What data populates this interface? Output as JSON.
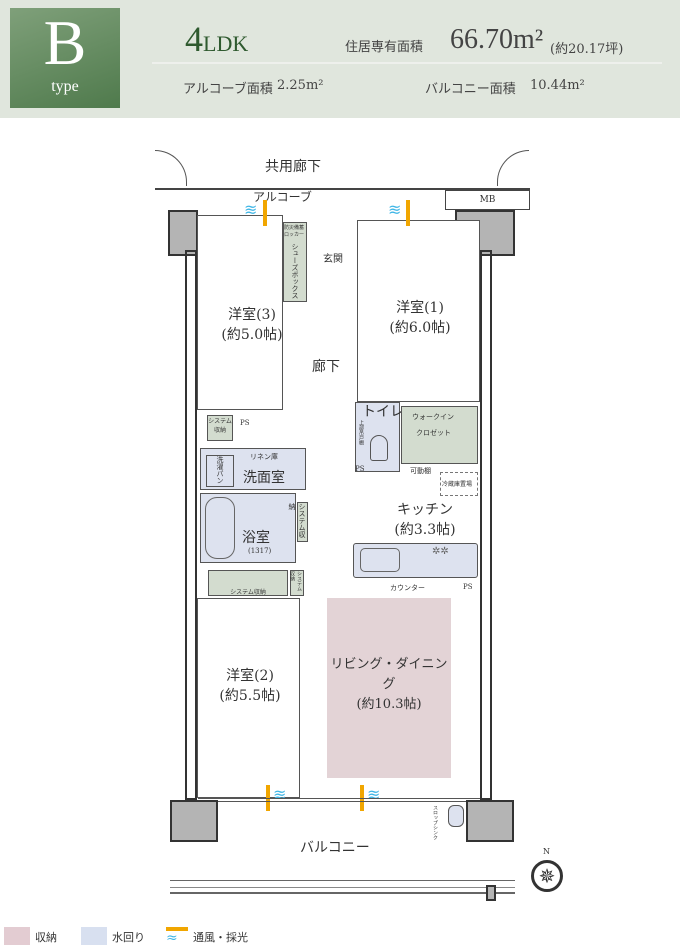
{
  "header": {
    "type_letter": "B",
    "type_word": "type",
    "layout_num": "4",
    "layout_suffix": "LDK",
    "area_label": "住居専有面積",
    "area_value": "66.70m²",
    "area_tsubo": "(約20.17坪)",
    "alcove_label": "アルコーブ面積",
    "alcove_value": "2.25m²",
    "balcony_label": "バルコニー面積",
    "balcony_value": "10.44m²"
  },
  "plan": {
    "corridor": "共用廊下",
    "alcove": "アルコーブ",
    "mb": "MB",
    "entrance": "玄関",
    "hallway": "廊下",
    "shoebox": "シューズボックス",
    "disaster_locker": "防災備蓄ロッカー",
    "room3": {
      "name": "洋室(3)",
      "size": "(約5.0帖)"
    },
    "room1": {
      "name": "洋室(1)",
      "size": "(約6.0帖)"
    },
    "room2": {
      "name": "洋室(2)",
      "size": "(約5.5帖)"
    },
    "ld": {
      "name": "リビング・ダイニング",
      "size": "(約10.3帖)"
    },
    "kitchen": {
      "name": "キッチン",
      "size": "(約3.3帖)"
    },
    "toilet": "トイレ",
    "upper_cabinet": "上部吊戸棚",
    "walkin": "ウォークイン",
    "closet": "クロゼット",
    "movable_shelf": "可動棚",
    "fridge": "冷蔵庫置場",
    "counter": "カウンター",
    "ps": "PS",
    "system_storage": "システム収納",
    "linen": "リネン庫",
    "washpan": "洗濯パン",
    "washroom": "洗面室",
    "bath": "浴室",
    "bath_size": "(1317)",
    "balcony": "バルコニー",
    "slop_sink": "スロップシンク",
    "north": "N"
  },
  "legend": [
    {
      "label": "収納",
      "color": "#e3ccd2"
    },
    {
      "label": "水回り",
      "color": "#d8e0f0"
    },
    {
      "label": "通風・採光",
      "color": "#f1a600"
    }
  ]
}
